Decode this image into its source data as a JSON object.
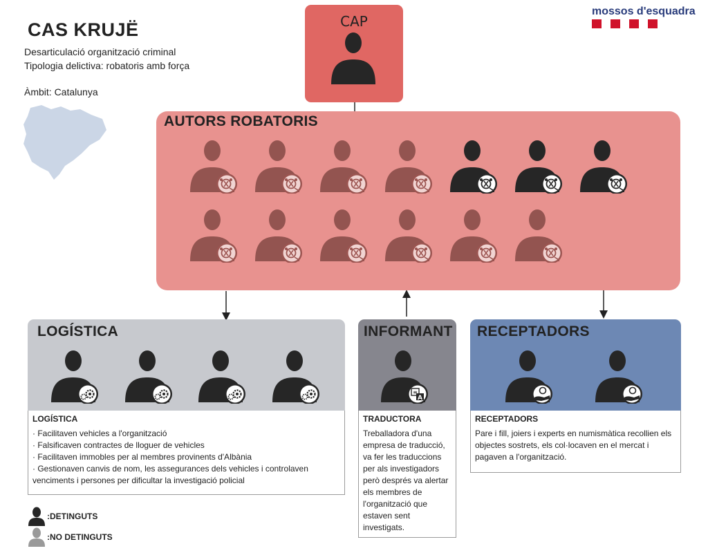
{
  "header": {
    "title": "CAS KRUJË",
    "line1": "Desarticulació organització criminal",
    "line2": "Tipologia delictiva: robatoris amb força",
    "ambit": "Àmbit: Catalunya"
  },
  "logo": {
    "text": "mossos d'esquadra",
    "color": "#d0122a"
  },
  "colors": {
    "cap": "#e06763",
    "autors": "#e8928f",
    "logistica": "#c7c9ce",
    "informant": "#86868e",
    "receptadors": "#6d88b4",
    "detingut": "#262626",
    "no_detingut": "#935450"
  },
  "cap": {
    "title": "CAP",
    "status": "detingut"
  },
  "autors": {
    "title": "AUTORS ROBATORIS",
    "row1": [
      "no_detingut",
      "no_detingut",
      "no_detingut",
      "no_detingut",
      "detingut",
      "detingut",
      "detingut"
    ],
    "row2": [
      "no_detingut",
      "no_detingut",
      "no_detingut",
      "no_detingut",
      "no_detingut",
      "no_detingut"
    ],
    "badge_icon": "burglary-icon"
  },
  "logistica": {
    "title": "LOGÍSTICA",
    "members": 4,
    "badge_icon": "gears-icon",
    "desc_title": "LOGÍSTICA",
    "desc": "· Facilitaven vehicles a l'organització\n· Falsificaven contractes de lloguer de vehicles\n· Facilitaven immobles per al membres provinents d'Albània\n· Gestionaven canvis de nom, les assegurances dels vehicles i controlaven venciments i persones per dificultar la investigació policial"
  },
  "informant": {
    "title": "INFORMANT",
    "members": 1,
    "badge_icon": "translate-icon",
    "desc_title": "TRADUCTORA",
    "desc": "Treballadora d'una empresa de traducció, va fer les traduccions per als investigadors però després va alertar els membres de l'organització que estaven sent investigats."
  },
  "receptadors": {
    "title": "RECEPTADORS",
    "members": 2,
    "badge_icon": "coin-hand-icon",
    "desc_title": "RECEPTADORS",
    "desc": "Pare i fill, joiers i experts en numismàtica recollien els objectes sostrets, els col·locaven en el mercat i pagaven a l'organització."
  },
  "legend": {
    "detinguts": ":DETINGUTS",
    "no_detinguts": ":NO DETINGUTS"
  }
}
